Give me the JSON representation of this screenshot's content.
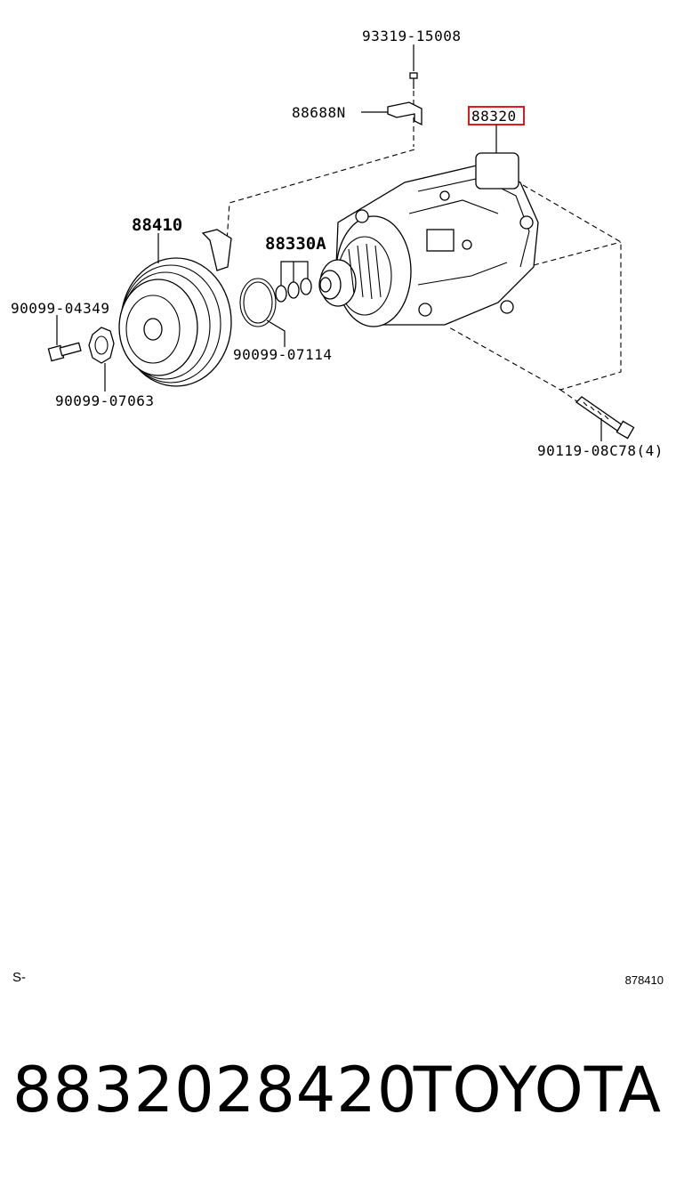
{
  "diagram": {
    "labels": {
      "screw_top": "93319-15008",
      "bracket": "88688N",
      "compressor": "88320",
      "clutch": "88410",
      "shim_set": "88330A",
      "bolt_left": "90099-04349",
      "snap_ring": "90099-07114",
      "washer": "90099-07063",
      "bolt_right": "90119-08C78(4)"
    },
    "highlight_color": "#e00000"
  },
  "footer": {
    "section_code": "S-",
    "illustration_id": "878410"
  },
  "product": {
    "part_number": "8832028420",
    "brand": "TOYOTA"
  }
}
